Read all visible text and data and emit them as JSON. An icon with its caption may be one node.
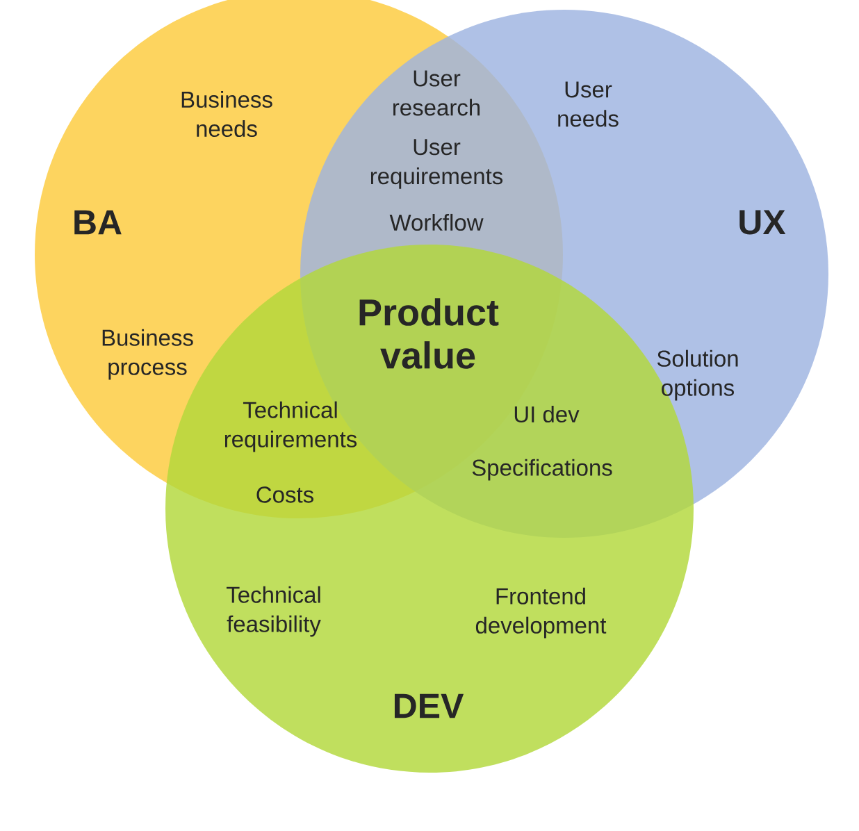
{
  "diagram": {
    "nodes": [
      {
        "text": [
          "BA"
        ]
      },
      {
        "text": [
          "UX"
        ]
      },
      {
        "text": [
          "DEV"
        ]
      }
    ],
    "edges": [],
    "labels": [
      "Business needs",
      "User research",
      "User needs",
      "User requirements",
      "Workflow",
      "Product value",
      "Business process",
      "Solution options",
      "Technical requirements",
      "UI dev",
      "Costs",
      "Specifications",
      "Technical feasibility",
      "Frontend development"
    ]
  }
}
